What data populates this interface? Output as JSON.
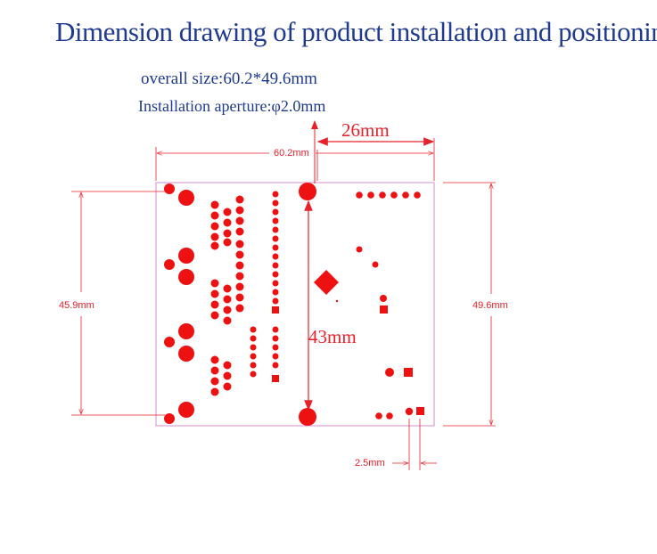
{
  "title": "Dimension drawing of product installation and positioning",
  "overall_size": "overall size:60.2*49.6mm",
  "installation_aperture": "Installation aperture:φ2.0mm",
  "dimensions": {
    "top_width": "60.2mm",
    "partial_width": "26mm",
    "left_height": "45.9mm",
    "right_height": "49.6mm",
    "hole_spacing": "43mm",
    "pin_spacing": "2.5mm"
  },
  "colors": {
    "board_outline": "#d9a0d9",
    "pad": "#ee1111",
    "dimension_line": "#e8202a",
    "title_text": "#1f3a8f"
  }
}
